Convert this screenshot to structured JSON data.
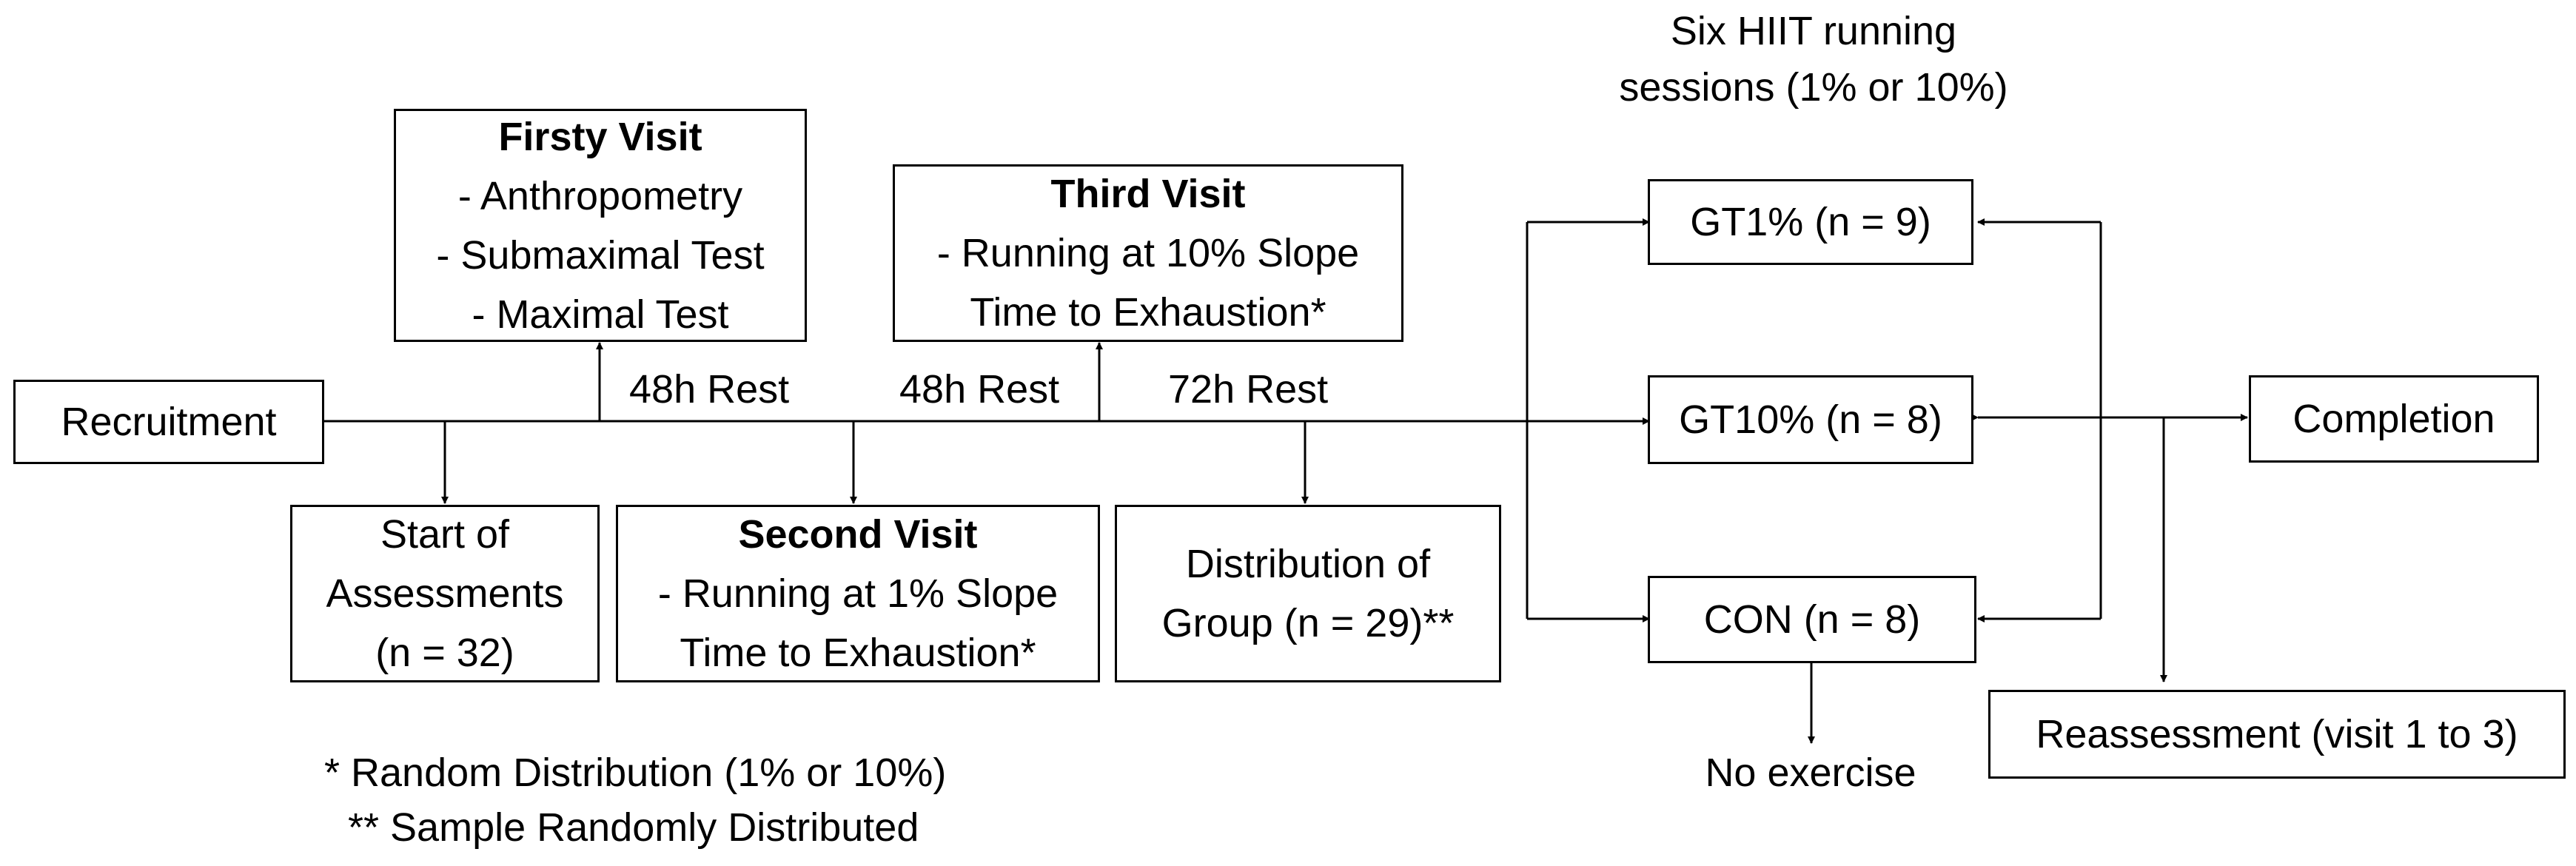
{
  "recruitment": "Recruitment",
  "first_visit": {
    "title": "Firsty Visit",
    "items": [
      "- Anthropometry",
      "- Submaximal Test",
      "- Maximal Test"
    ]
  },
  "second_visit": {
    "title": "Second Visit",
    "items": [
      "- Running at 1% Slope",
      "Time to Exhaustion*"
    ]
  },
  "third_visit": {
    "title": "Third Visit",
    "items": [
      "- Running at 10% Slope",
      "Time to Exhaustion*"
    ]
  },
  "start_assessments": [
    "Start of",
    "Assessments",
    "(n =  32)"
  ],
  "distribution": [
    "Distribution of",
    "Group (n = 29)**"
  ],
  "rest": {
    "first": "48h Rest",
    "second": "48h Rest",
    "third": "72h Rest"
  },
  "hiit_header": [
    "Six HIIT running",
    "sessions (1% or 10%)"
  ],
  "groups": {
    "gt1": "GT1% (n = 9)",
    "gt10": "GT10% (n = 8)",
    "con": "CON (n = 8)"
  },
  "no_exercise": "No exercise",
  "completion": "Completion",
  "reassessment": "Reassessment (visit 1 to 3)",
  "footnotes": [
    "* Random Distribution (1% or 10%)",
    "** Sample Randomly Distributed"
  ]
}
